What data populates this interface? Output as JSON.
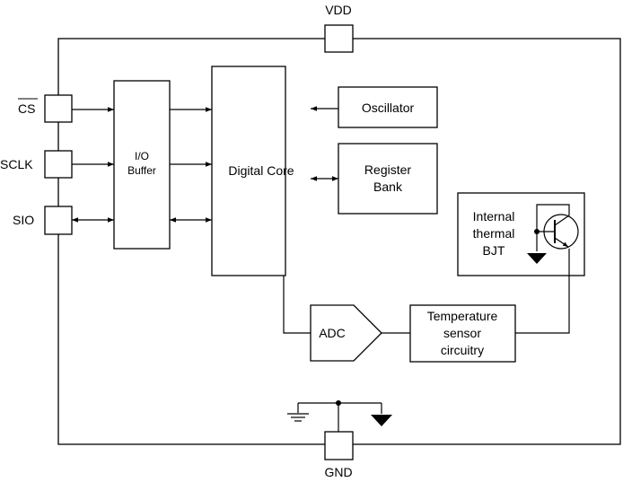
{
  "pins": {
    "vdd": "VDD",
    "gnd": "GND",
    "cs": "CS",
    "sclk": "SCLK",
    "sio": "SIO"
  },
  "blocks": {
    "io_buffer": [
      "I/O",
      "Buffer"
    ],
    "digital_core": "Digital Core",
    "oscillator": "Oscillator",
    "register_bank": [
      "Register",
      "Bank"
    ],
    "bjt": [
      "Internal",
      "thermal",
      "BJT"
    ],
    "adc": "ADC",
    "temp_sensor": [
      "Temperature",
      "sensor",
      "circuitry"
    ]
  }
}
